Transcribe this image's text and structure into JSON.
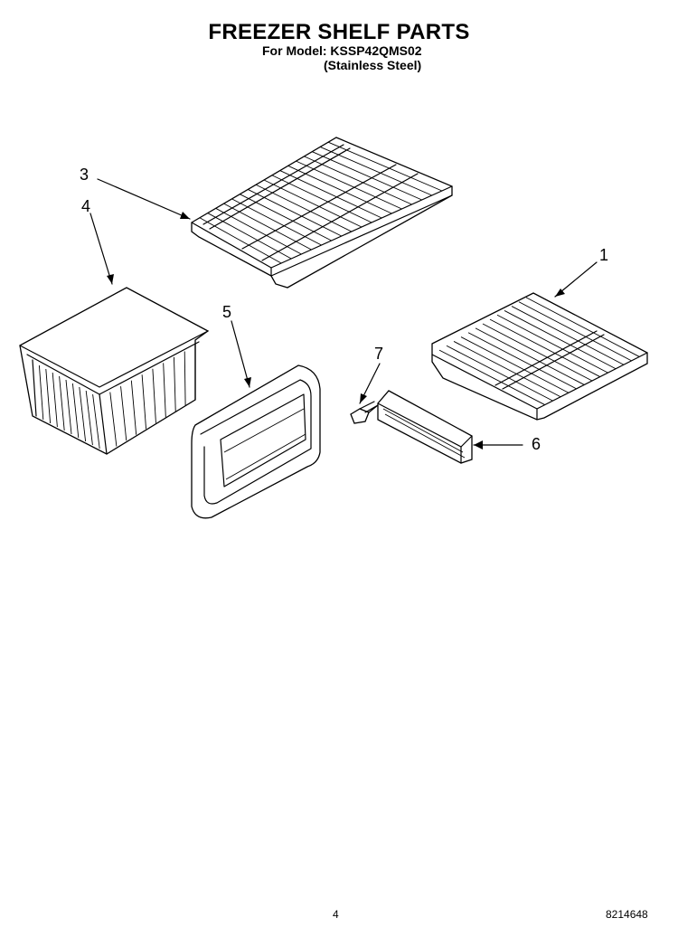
{
  "header": {
    "title": "FREEZER SHELF PARTS",
    "model_line": "For Model: KSSP42QMS02",
    "variant_line": "(Stainless Steel)"
  },
  "callouts": {
    "c1": "1",
    "c3": "3",
    "c4": "4",
    "c5": "5",
    "c6": "6",
    "c7": "7"
  },
  "footer": {
    "page_number": "4",
    "document_number": "8214648"
  }
}
